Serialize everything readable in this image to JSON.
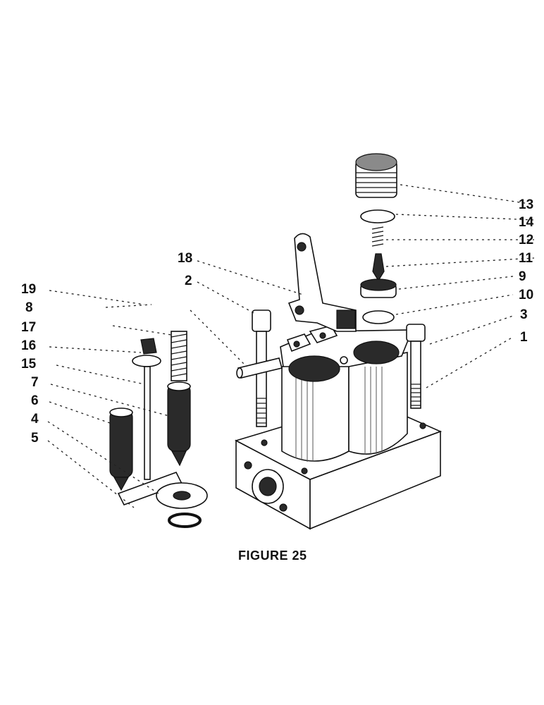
{
  "figure": {
    "caption": "FIGURE 25",
    "callouts": [
      "13",
      "14",
      "12",
      "11",
      "9",
      "10",
      "3",
      "1",
      "18",
      "2",
      "19",
      "8",
      "17",
      "16",
      "15",
      "7",
      "6",
      "4",
      "5"
    ]
  }
}
